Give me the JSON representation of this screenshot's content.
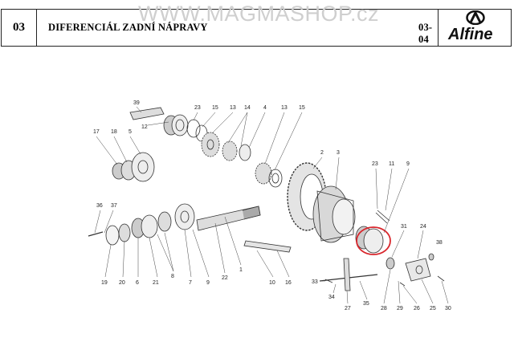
{
  "header": {
    "section": "03",
    "title": "DIFERENCIÁL ZADNÍ NÁPRAVY",
    "code": "03-04",
    "brand": "Alfine",
    "watermark": "WWW.MAGMASHOP.cz"
  },
  "labels": {
    "l39": "39",
    "l12": "12",
    "l23a": "23",
    "l15a": "15",
    "l13a": "13",
    "l14": "14",
    "l4": "4",
    "l13b": "13",
    "l15b": "15",
    "l17": "17",
    "l18": "18",
    "l5": "5",
    "l2": "2",
    "l3": "3",
    "l23b": "23",
    "l11": "11",
    "l9": "9",
    "l36": "36",
    "l37": "37",
    "l19": "19",
    "l20": "20",
    "l6": "6",
    "l21": "21",
    "l8": "8",
    "l7": "7",
    "l9b": "9",
    "l22": "22",
    "l1": "1",
    "l10": "10",
    "l16": "16",
    "l31": "31",
    "l24": "24",
    "l38": "38",
    "l33": "33",
    "l34": "34",
    "l27": "27",
    "l35": "35",
    "l28": "28",
    "l29": "29",
    "l26": "26",
    "l25": "25",
    "l30": "30"
  }
}
